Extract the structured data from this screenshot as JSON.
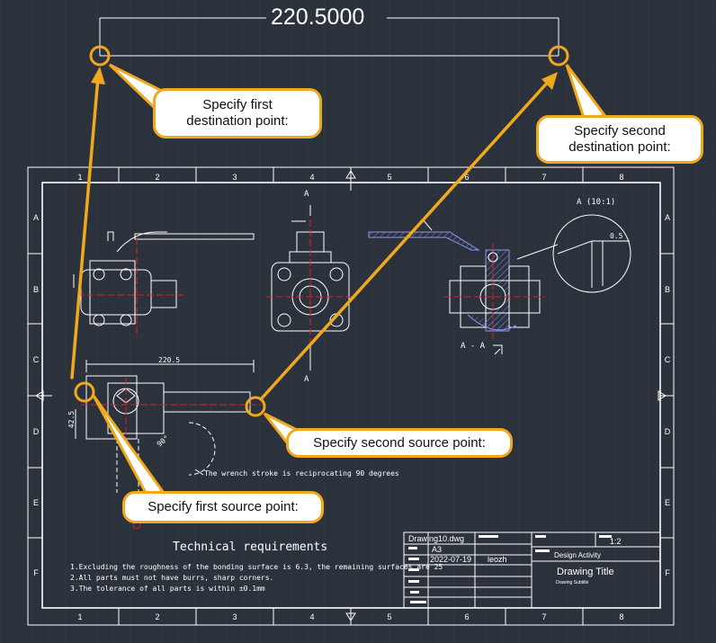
{
  "dimension": {
    "value": "220.5000"
  },
  "callouts": {
    "first_destination": "Specify first\ndestination point:",
    "second_destination": "Specify second\ndestination point:",
    "second_source": "Specify second source point:",
    "first_source": "Specify first source point:"
  },
  "grid": {
    "columns": [
      "1",
      "2",
      "3",
      "4",
      "5",
      "6",
      "7",
      "8"
    ],
    "rows": [
      "A",
      "B",
      "C",
      "D",
      "E",
      "F"
    ]
  },
  "drawing": {
    "section_label_top": "A",
    "section_label_bottom": "A",
    "section_name": "A - A",
    "detail_label": "A (10:1)",
    "detail_dim": "0.5",
    "small_dim": "220.5",
    "vertical_dim": "42.5",
    "angle_dim": "90°",
    "wrench_note": "The wrench stroke is reciprocating 90 degrees"
  },
  "technical": {
    "title": "Technical requirements",
    "lines": [
      "1.Excluding the roughness of the bonding surface is 6.3, the remaining surfaces are 25",
      "2.All parts must not have burrs, sharp corners.",
      "3.The tolerance of all parts is within ±0.1mm"
    ]
  },
  "title_block": {
    "file": "Drawing10.dwg",
    "size": "A3",
    "date": "2022-07-19",
    "author": "leozh",
    "scale": "1:2",
    "activity": "Design Activity",
    "title": "Drawing Title",
    "subtitle": "Drawing Subtitle"
  },
  "colors": {
    "background": "#2b323c",
    "accent": "#f0a81c",
    "line": "#ffffff",
    "red": "#e02020",
    "blue": "#6a78d8"
  }
}
